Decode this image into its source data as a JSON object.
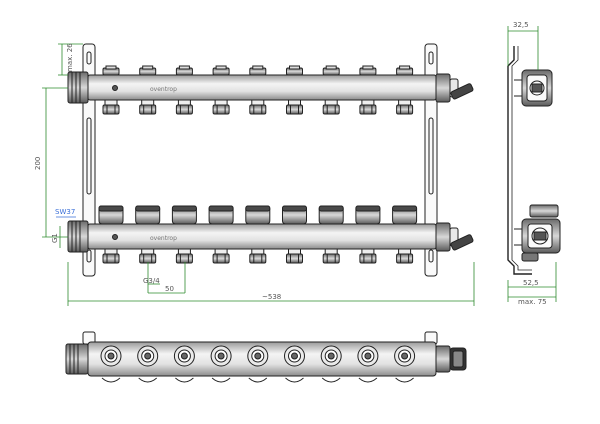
{
  "dimensions": {
    "max_top": "max. 26",
    "height": "200",
    "wrench": "SW37",
    "thread_main": "G1",
    "thread_outlet": "G3/4",
    "spacing": "50",
    "total_width": "~538",
    "side_top": "32,5",
    "side_bottom": "52,5",
    "side_max": "max. 75"
  },
  "manifold": {
    "outlets": 9,
    "brand_text": "oventrop"
  },
  "colors": {
    "line": "#222222",
    "dimension": "#2e8b2e",
    "dimension_text": "#555555",
    "callout": "#3a6fd8"
  }
}
